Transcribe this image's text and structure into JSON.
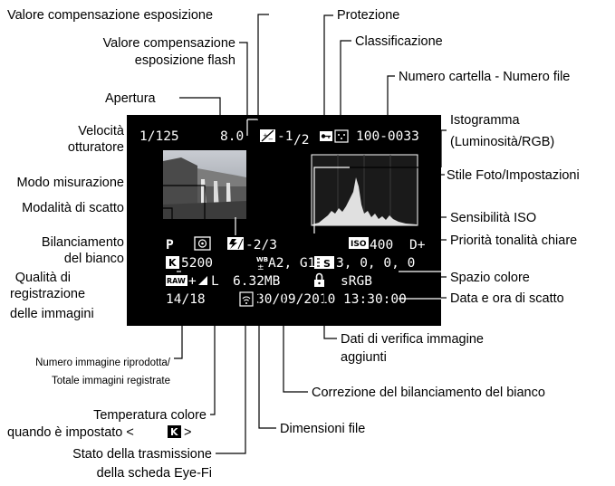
{
  "callouts": {
    "exposure_comp": "Valore compensazione esposizione",
    "protection": "Protezione",
    "rating": "Classificazione",
    "flash_comp_1": "Valore compensazione",
    "flash_comp_2": "esposizione flash",
    "folder_file": "Numero cartella - Numero file",
    "aperture": "Apertura",
    "histogram_1": "Istogramma",
    "histogram_2": "(Luminosità/RGB)",
    "shutter_1": "Velocità",
    "shutter_2": "otturatore",
    "picture_style": "Stile Foto/Impostazioni",
    "metering": "Modo misurazione",
    "shooting_mode": "Modalità di scatto",
    "iso": "Sensibilità ISO",
    "wb_1": "Bilanciamento",
    "wb_2": "del bianco",
    "highlight_tone": "Priorità tonalità chiare",
    "quality_1": "Qualità di",
    "quality_2": "registrazione",
    "quality_3": "delle immagini",
    "color_space": "Spazio colore",
    "datetime": "Data e ora di scatto",
    "verification_1": "Dati di verifica immagine",
    "verification_2": "aggiunti",
    "playback_num_1": "Numero immagine riprodotta/",
    "playback_num_2": "Totale immagini registrate",
    "wb_correction": "Correzione del bilanciamento del bianco",
    "color_temp_1": "Temperatura colore",
    "color_temp_2": "quando è impostato <",
    "color_temp_k": "K",
    "color_temp_3": ">",
    "file_size": "Dimensioni file",
    "eyefi_1": "Stato della trasmissione",
    "eyefi_2": "della scheda Eye-Fi"
  },
  "screen": {
    "shutter": "1/125",
    "aperture": "8.0",
    "exp_comp": "-1",
    "exp_comp_frac": "/2",
    "folder_file": "100-0033",
    "mode": "P",
    "flash_comp": "-2/3",
    "iso_icon": "ISO",
    "iso": "400",
    "highlight": "D+",
    "wb_icon": "K",
    "color_temp": "5200",
    "wb_corr_icon": "WB",
    "wb_corr": "A2, G1",
    "style_icon": "S",
    "style_values": "3, 0, 0, 0",
    "raw_icon": "RAW",
    "quality_suffix": "+",
    "quality_size": "L",
    "file_size": "6.32MB",
    "color_space": "sRGB",
    "image_count": "14/18",
    "date_time": "30/09/2010 13:30:00"
  },
  "colors": {
    "screen_bg": "#000000",
    "screen_text": "#ffffff"
  }
}
